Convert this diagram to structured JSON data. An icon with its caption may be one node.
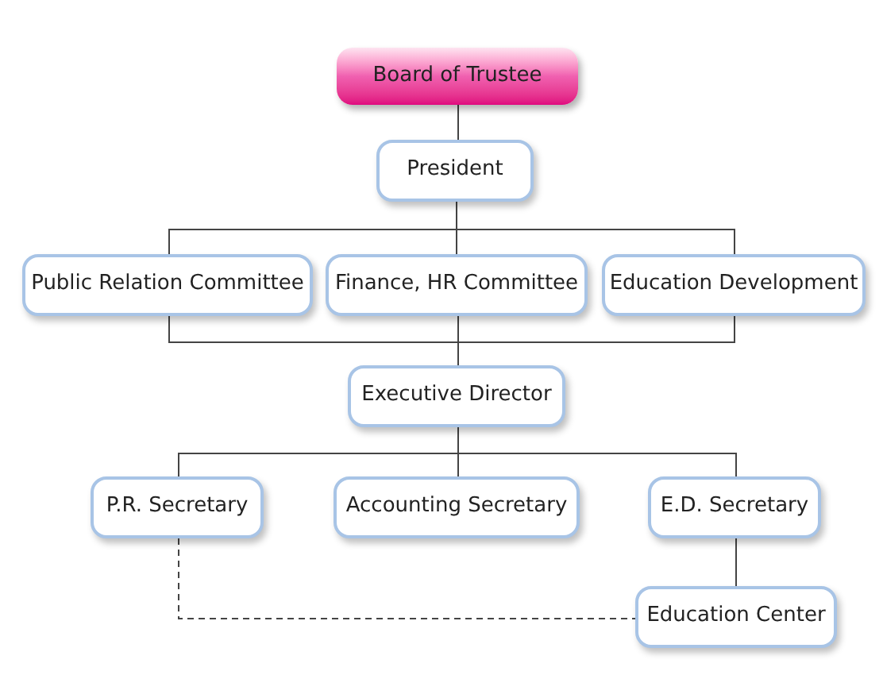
{
  "diagram": {
    "nodes": [
      {
        "text": [
          "Board of Trustee"
        ]
      },
      {
        "text": [
          "President"
        ]
      },
      {
        "text": [
          "Public Relation Committee"
        ]
      },
      {
        "text": [
          "Finance, HR Committee"
        ]
      },
      {
        "text": [
          "Education Development"
        ]
      },
      {
        "text": [
          "Executive Director"
        ]
      },
      {
        "text": [
          "P.R. Secretary"
        ]
      },
      {
        "text": [
          "Accounting Secretary"
        ]
      },
      {
        "text": [
          "E.D. Secretary"
        ]
      },
      {
        "text": [
          "Education Center"
        ]
      }
    ],
    "edges": [
      {
        "from": 0,
        "to": 1,
        "arrow": "none"
      },
      {
        "from": 1,
        "to": 2,
        "arrow": "none"
      },
      {
        "from": 1,
        "to": 3,
        "arrow": "none"
      },
      {
        "from": 1,
        "to": 4,
        "arrow": "none"
      },
      {
        "from": 2,
        "to": 5,
        "arrow": "none"
      },
      {
        "from": 3,
        "to": 5,
        "arrow": "none"
      },
      {
        "from": 4,
        "to": 5,
        "arrow": "none"
      },
      {
        "from": 5,
        "to": 6,
        "arrow": "none"
      },
      {
        "from": 5,
        "to": 7,
        "arrow": "none"
      },
      {
        "from": 5,
        "to": 8,
        "arrow": "none"
      },
      {
        "from": 8,
        "to": 9,
        "arrow": "none"
      },
      {
        "from": 6,
        "to": 9,
        "arrow": "none",
        "style": "dashed"
      }
    ]
  }
}
